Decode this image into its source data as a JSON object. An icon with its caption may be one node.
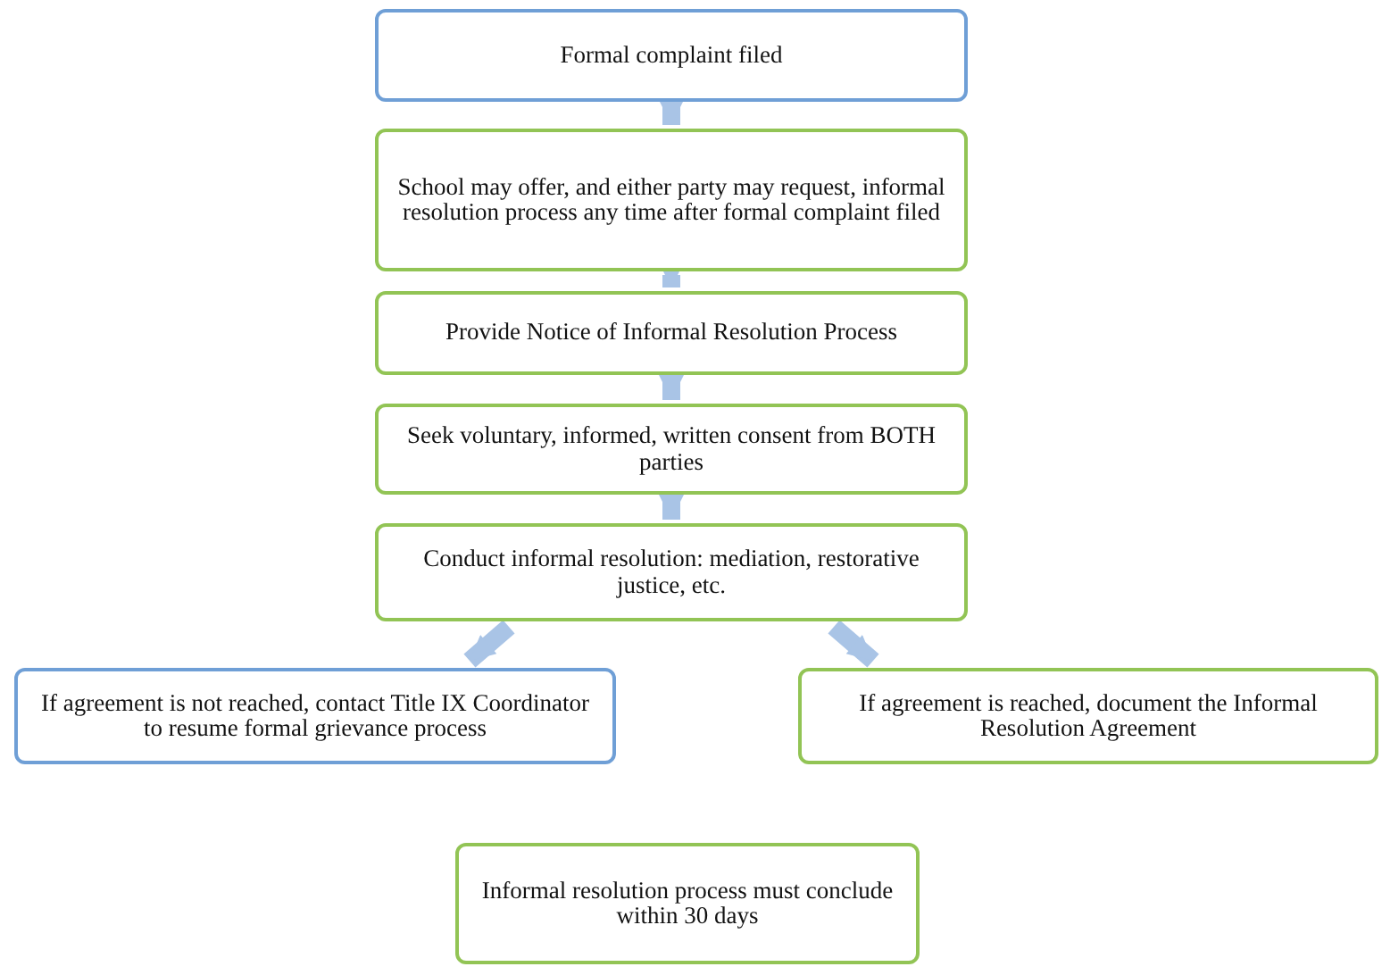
{
  "diagram": {
    "nodes": [
      {
        "text": [
          "Formal complaint filed"
        ]
      },
      {
        "text": [
          "School may offer, and either party may request, informal resolution process any time after formal complaint filed"
        ]
      },
      {
        "text": [
          "Provide Notice of Informal Resolution Process"
        ]
      },
      {
        "text": [
          "Seek voluntary, informed, written consent from BOTH parties"
        ]
      },
      {
        "text": [
          "Conduct informal resolution: mediation, restorative justice, etc."
        ]
      },
      {
        "text": [
          "If agreement is not reached, contact Title IX Coordinator to resume formal grievance process"
        ]
      },
      {
        "text": [
          "If agreement is reached, document the Informal Resolution Agreement"
        ]
      },
      {
        "text": [
          "Informal resolution process must conclude within 30 days"
        ]
      }
    ],
    "edges": [
      {
        "from": 0,
        "to": 1,
        "arrow": "to"
      },
      {
        "from": 1,
        "to": 2,
        "arrow": "to"
      },
      {
        "from": 2,
        "to": 3,
        "arrow": "to"
      },
      {
        "from": 3,
        "to": 4,
        "arrow": "to"
      },
      {
        "from": 4,
        "to": 5,
        "arrow": "to"
      },
      {
        "from": 4,
        "to": 6,
        "arrow": "to"
      }
    ]
  }
}
